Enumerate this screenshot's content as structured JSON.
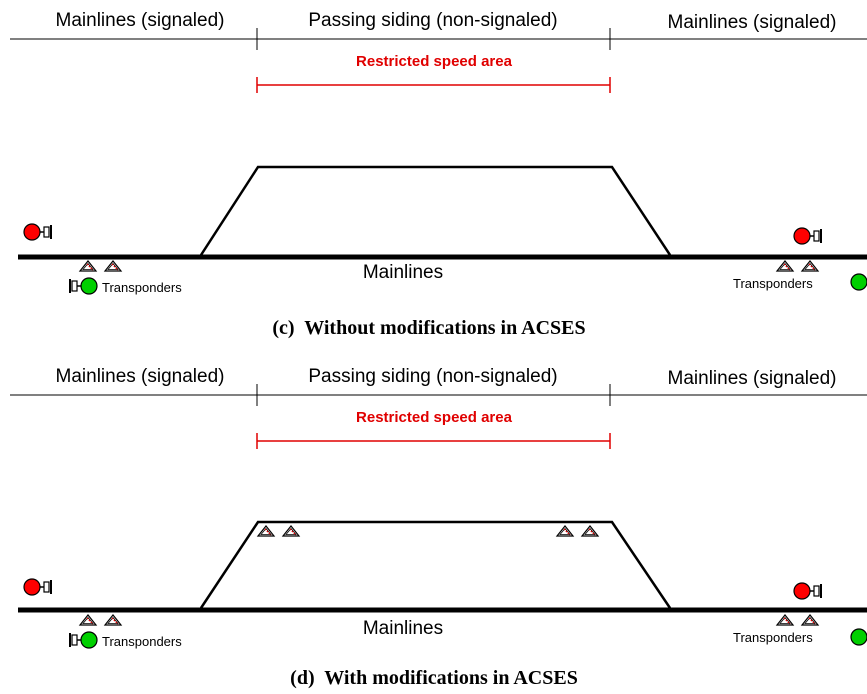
{
  "panels": [
    {
      "id": "c",
      "caption": "(c)  Without modifications in ACSES",
      "zones": {
        "left": "Mainlines (signaled)",
        "middle": "Passing siding (non-signaled)",
        "right": "Mainlines (signaled)"
      },
      "restricted": "Restricted speed area",
      "mainline_label": "Mainlines",
      "transponders_left": "Transponders",
      "transponders_right": "Transponders",
      "siding_transponders": false
    },
    {
      "id": "d",
      "caption": "(d)  With modifications in ACSES",
      "zones": {
        "left": "Mainlines (signaled)",
        "middle": "Passing siding (non-signaled)",
        "right": "Mainlines (signaled)"
      },
      "restricted": "Restricted speed area",
      "mainline_label": "Mainlines",
      "transponders_left": "Transponders",
      "transponders_right": "Transponders",
      "siding_transponders": true
    }
  ],
  "colors": {
    "restricted": "#e00000",
    "signal_red": "#ff0000",
    "signal_green": "#00d000",
    "track": "#000000",
    "transponder_dash": "#e00000"
  },
  "icons": {
    "signal": "signal-icon",
    "transponder": "transponder-icon"
  }
}
